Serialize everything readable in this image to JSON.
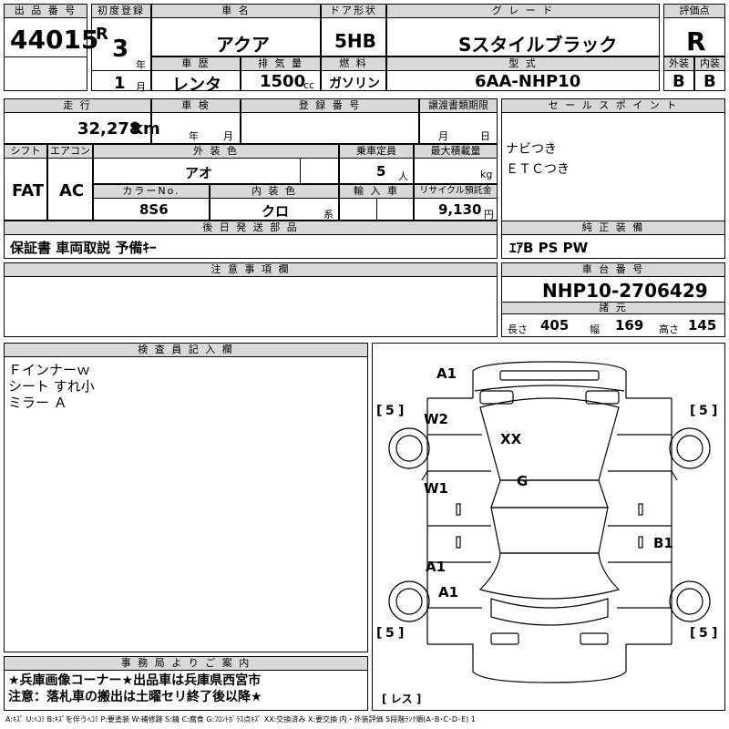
{
  "header": {
    "lot_label": "出 品 番 号",
    "lot_value": "44015",
    "first_reg_label": "初度登録",
    "era": "R",
    "year_num": "3",
    "year_unit": "年",
    "month_num": "1",
    "month_unit": "月",
    "car_name_label": "車  名",
    "car_name": "アクア",
    "door_label": "ドア形状",
    "door": "5HB",
    "grade_label": "グ レ ー ド",
    "grade": "Sスタイルブラック",
    "score_label": "評価点",
    "score": "R",
    "history_label": "車  歴",
    "history": "レンタ",
    "displacement_label": "排 気 量",
    "displacement": "1500",
    "displacement_unit": "cc",
    "fuel_label": "燃  料",
    "fuel": "ガソリン",
    "model_label": "型  式",
    "model": "6AA-NHP10",
    "ext_label": "外装",
    "ext": "B",
    "int_label": "内装",
    "int": "B"
  },
  "row2": {
    "mileage_label": "走  行",
    "mileage": "32,278",
    "mileage_unit": "km",
    "inspection_label": "車  検",
    "insp_year": "年",
    "insp_month": "月",
    "regno_label": "登 録 番 号",
    "transfer_label": "譲渡書類期限",
    "transfer_month": "月",
    "transfer_day": "日",
    "sales_label": "セ ー ル ス ポ イ ン ト",
    "sales_points": [
      "ナビつき",
      "ＥＴＣつき"
    ]
  },
  "row3": {
    "shift_label": "シフト",
    "shift": "FAT",
    "ac_label": "エアコン",
    "ac": "AC",
    "color_label": "外 装 色",
    "color": "アオ",
    "seats_label": "乗車定員",
    "seats": "5",
    "seats_unit": "人",
    "load_label": "最大積載量",
    "load_unit": "kg",
    "colorno_label": "カラーNo.",
    "colorno": "8S6",
    "intcolor_label": "内 装 色",
    "intcolor": "クロ",
    "intcolor_suffix": "系",
    "import_label": "輸 入 車",
    "recycle_label": "リサイクル預託金",
    "recycle": "9,130",
    "recycle_unit": "円"
  },
  "accessories": {
    "label": "後 日 発 送 部 品",
    "value": "保証書 車両取説 予備ｷｰ",
    "genuine_label": "純 正 装 備",
    "genuine": "ｴｱB PS PW"
  },
  "notes": {
    "caution_label": "注 意 事 項 欄",
    "chassis_label": "車 台 番 号",
    "chassis": "NHP10-2706429",
    "dims_label": "諸 元",
    "length_label": "長さ",
    "length": "405",
    "width_label": "幅",
    "width": "169",
    "height_label": "高さ",
    "height": "145"
  },
  "inspector": {
    "label": "検 査 員 記 入 欄",
    "lines": [
      "Ｆインナーｗ",
      "シート すれ小",
      "ミラー Ａ"
    ]
  },
  "diagram": {
    "marks": [
      "A1",
      "W2",
      "XX",
      "G",
      "W1",
      "B1",
      "A1",
      "A1"
    ],
    "tires": [
      "5",
      "5",
      "5",
      "5"
    ],
    "rest_label": "[ レス ]"
  },
  "office": {
    "label": "事 務 局 よ り ご 案 内",
    "lines": [
      "★兵庫画像コーナー★出品車は兵庫県西宮市",
      "注意：落札車の搬出は土曜セリ終了後以降★"
    ]
  },
  "legend": "A:ｷｽﾞ U:ﾍｺﾐ B:ｷｽﾞを伴うﾍｺﾐ P:要塗装 W:補修跡 S:錆 C:腐食 G:ﾌﾛﾝﾄｶﾞﾗｽ点ｷｽﾞ XX:交換済み X:要交換  内・外装評価  5段階ﾗﾝｸ順(A･B･C･D･E) 1"
}
